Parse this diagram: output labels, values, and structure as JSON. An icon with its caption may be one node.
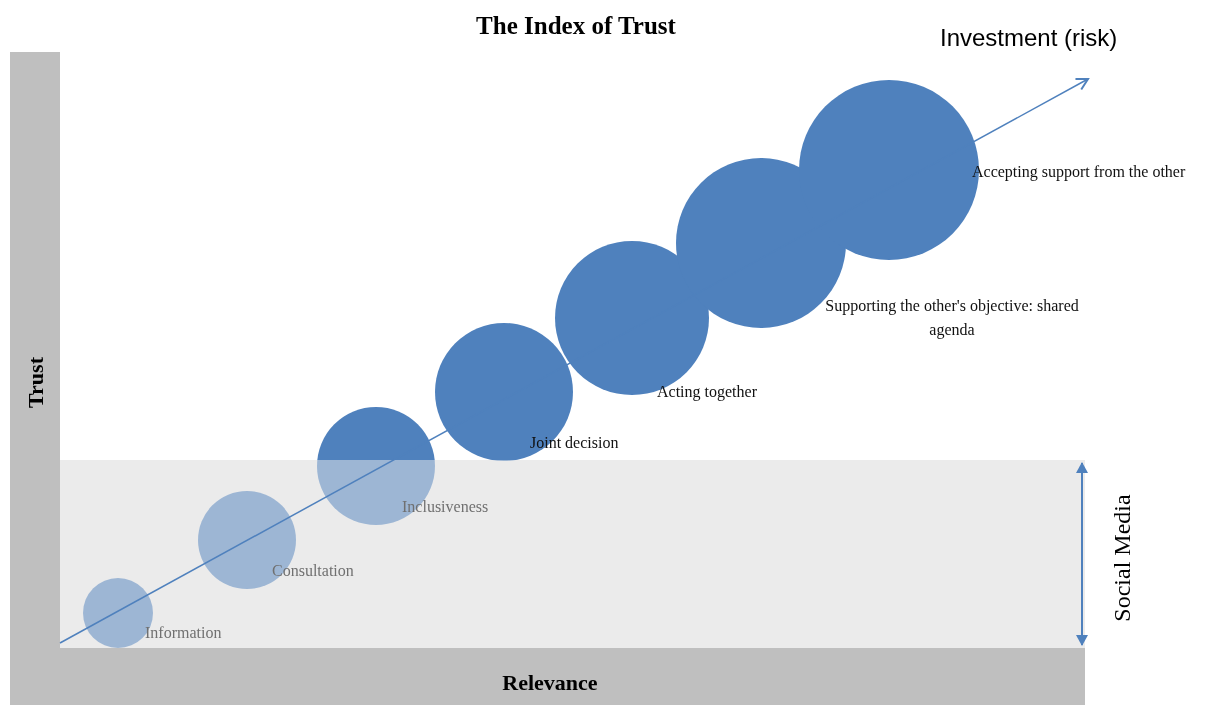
{
  "diagram": {
    "title": "The Index of Trust",
    "nodes": [
      {
        "text": [],
        "shape": "circle",
        "beside": [
          "Information"
        ]
      },
      {
        "text": [],
        "shape": "circle",
        "beside": [
          "Consultation"
        ]
      },
      {
        "text": [],
        "shape": "circle",
        "beside": [
          "Inclusiveness"
        ]
      },
      {
        "text": [],
        "shape": "circle",
        "beside": [
          "Joint decision"
        ]
      },
      {
        "text": [],
        "shape": "circle",
        "beside": [
          "Acting together"
        ]
      },
      {
        "text": [],
        "shape": "circle",
        "beside": [
          "Supporting the other's objective: shared agenda"
        ]
      },
      {
        "text": [],
        "shape": "circle",
        "beside": [
          "Accepting support from the other"
        ]
      }
    ],
    "edges": [],
    "labels": [
      "Investment (risk)",
      "Trust",
      "Social Media",
      "Relevance"
    ]
  }
}
